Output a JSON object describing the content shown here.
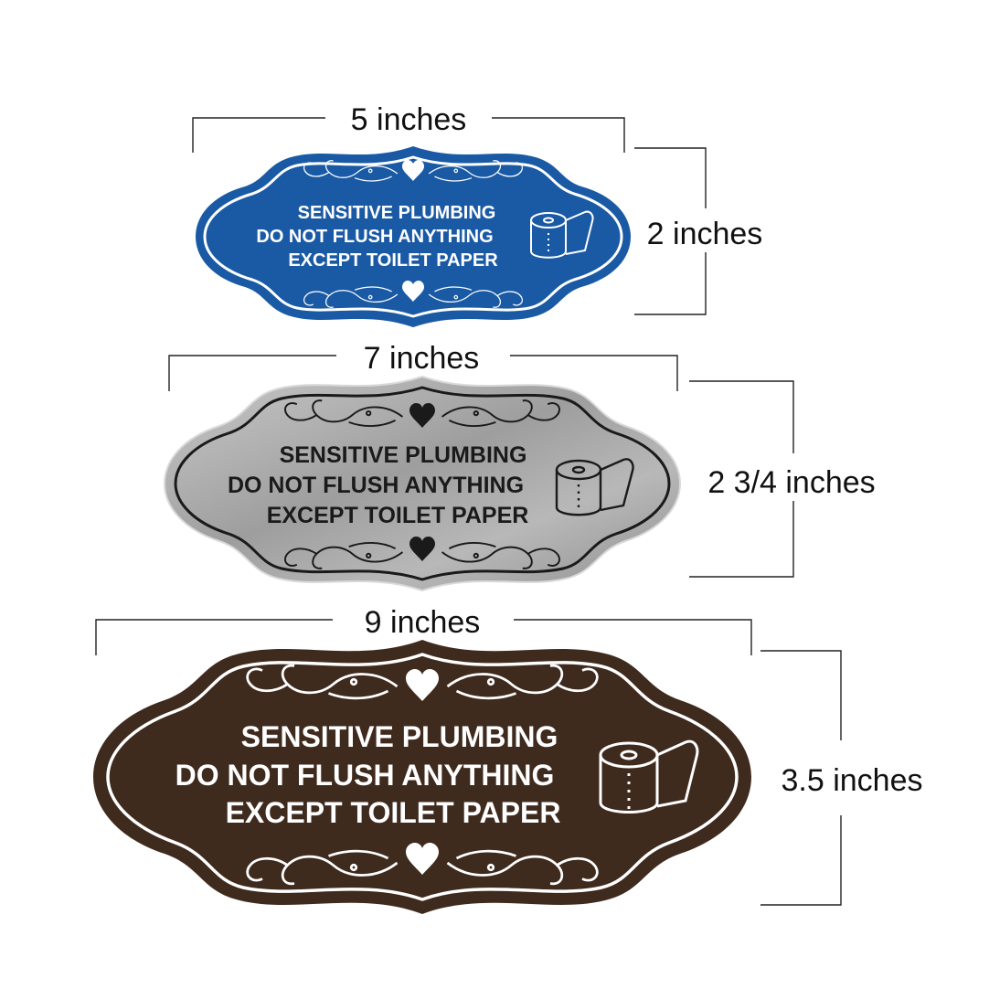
{
  "signs": [
    {
      "id": "small",
      "width_label": "5 inches",
      "height_label": "2 inches",
      "color_name": "blue",
      "face_color": "#1a5aa5",
      "border_color": "#ffffff",
      "text_color": "#ffffff",
      "lines": [
        "SENSITIVE PLUMBING",
        "DO NOT FLUSH ANYTHING",
        "EXCEPT TOILET PAPER"
      ],
      "icons": [
        "heart-icon",
        "flourish-ornament",
        "toilet-paper-icon"
      ]
    },
    {
      "id": "medium",
      "width_label": "7 inches",
      "height_label": "2 3/4 inches",
      "color_name": "silver",
      "face_color": "#a8a8a8",
      "border_color": "#1a1a1a",
      "text_color": "#1a1a1a",
      "lines": [
        "SENSITIVE PLUMBING",
        "DO NOT FLUSH ANYTHING",
        "EXCEPT TOILET PAPER"
      ],
      "icons": [
        "heart-icon",
        "flourish-ornament",
        "toilet-paper-icon"
      ]
    },
    {
      "id": "large",
      "width_label": "9 inches",
      "height_label": "3.5 inches",
      "color_name": "brown",
      "face_color": "#3f2a1e",
      "border_color": "#ffffff",
      "text_color": "#ffffff",
      "lines": [
        "SENSITIVE PLUMBING",
        "DO NOT FLUSH ANYTHING",
        "EXCEPT TOILET PAPER"
      ],
      "icons": [
        "heart-icon",
        "flourish-ornament",
        "toilet-paper-icon"
      ]
    }
  ]
}
